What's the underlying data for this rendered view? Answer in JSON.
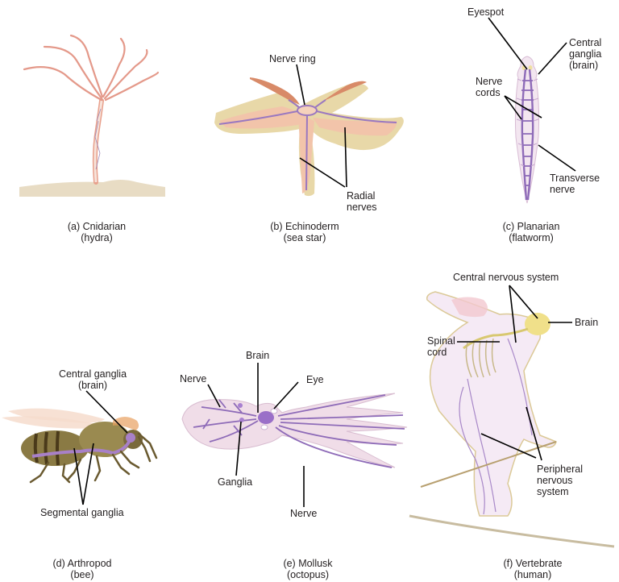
{
  "panels": [
    {
      "id": "a",
      "caption": {
        "line1": "(a) Cnidarian",
        "line2": "(hydra)"
      },
      "labels": []
    },
    {
      "id": "b",
      "caption": {
        "line1": "(b) Echinoderm",
        "line2": "(sea star)"
      },
      "labels": [
        {
          "text": "Nerve ring"
        },
        {
          "line1": "Radial",
          "line2": "nerves"
        }
      ]
    },
    {
      "id": "c",
      "caption": {
        "line1": "(c) Planarian",
        "line2": "(flatworm)"
      },
      "labels": [
        {
          "text": "Eyespot"
        },
        {
          "line1": "Central",
          "line2": "ganglia",
          "line3": "(brain)"
        },
        {
          "line1": "Nerve",
          "line2": "cords"
        },
        {
          "line1": "Transverse",
          "line2": "nerve"
        }
      ]
    },
    {
      "id": "d",
      "caption": {
        "line1": "(d) Arthropod",
        "line2": "(bee)"
      },
      "labels": [
        {
          "line1": "Central ganglia",
          "line2": "(brain)"
        },
        {
          "text": "Segmental ganglia"
        }
      ]
    },
    {
      "id": "e",
      "caption": {
        "line1": "(e) Mollusk",
        "line2": "(octopus)"
      },
      "labels": [
        {
          "text": "Brain"
        },
        {
          "text": "Nerve"
        },
        {
          "text": "Eye"
        },
        {
          "text": "Ganglia"
        },
        {
          "text": "Nerve"
        }
      ]
    },
    {
      "id": "f",
      "caption": {
        "line1": "(f) Vertebrate",
        "line2": "(human)"
      },
      "labels": [
        {
          "text": "Central nervous system"
        },
        {
          "text": "Brain"
        },
        {
          "line1": "Spinal",
          "line2": "cord"
        },
        {
          "line1": "Peripheral",
          "line2": "nervous",
          "line3": "system"
        }
      ]
    }
  ],
  "colors": {
    "nerve_purple": "#8e6bb8",
    "hydra_pink": "#e8a08c",
    "sand": "#e8dcc4",
    "starfish_skin": "#f2c4aa",
    "starfish_rim": "#e8d8a8",
    "planarian_fill": "#f3e6f0",
    "bee_body": "#8a7a44",
    "octopus_fill": "#f0dde8",
    "human_outline": "#d8c48c",
    "brain_yellow": "#f0e08a",
    "leader_line": "#000000"
  }
}
